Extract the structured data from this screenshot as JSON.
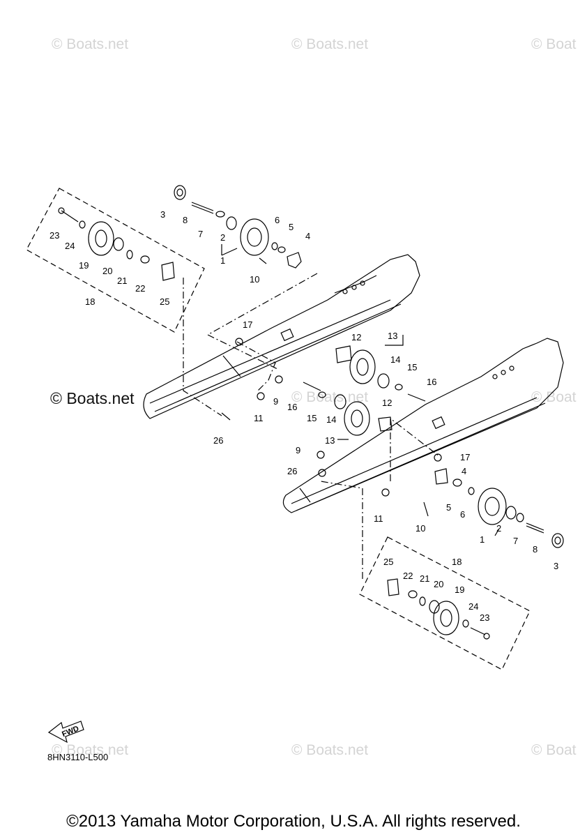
{
  "watermarks": {
    "top_left": "© Boats.net",
    "top_center": "© Boats.net",
    "top_right": "© Boat",
    "mid_left": "© Boats.net",
    "mid_center": "© Boats.net",
    "mid_right": "© Boat",
    "bottom_left": "© Boats.net",
    "bottom_center": "© Boats.net",
    "bottom_right": "© Boat"
  },
  "fwd_label": "FWD",
  "diagram_code": "8HN3110-L500",
  "copyright": "©2013 Yamaha Motor Corporation, U.S.A. All rights reserved.",
  "callouts": {
    "c1": "1",
    "c2": "2",
    "c3": "3",
    "c4": "4",
    "c5": "5",
    "c6": "6",
    "c7": "7",
    "c8": "8",
    "c9": "9",
    "c10": "10",
    "c11": "11",
    "c12": "12",
    "c13": "13",
    "c14": "14",
    "c15": "15",
    "c16": "16",
    "c17": "17",
    "c18": "18",
    "c19": "19",
    "c20": "20",
    "c21": "21",
    "c22": "22",
    "c23": "23",
    "c24": "24",
    "c25": "25",
    "c26": "26"
  },
  "colors": {
    "line": "#000000",
    "watermark": "#d4d4d4",
    "background": "#ffffff"
  }
}
